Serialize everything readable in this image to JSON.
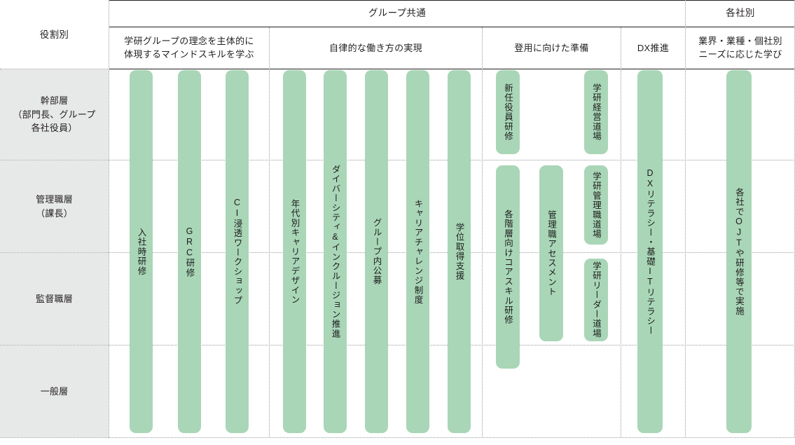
{
  "meta": {
    "accent_green": "#a9d6b7",
    "row_header_bg": "#e7e8e8",
    "line_color": "#231f20"
  },
  "corner_label": "役割別",
  "group_headers": [
    {
      "label": "グループ共通"
    },
    {
      "label": "各社別"
    }
  ],
  "column_headers": [
    {
      "label": "学研グループの理念を主体的に\n体現するマインドスキルを学ぶ"
    },
    {
      "label": "自律的な働き方の実現"
    },
    {
      "label": "登用に向けた準備"
    },
    {
      "label": "DX推進"
    },
    {
      "label": "業界・業種・個社別\nニーズに応じた学び"
    }
  ],
  "rows": [
    {
      "label": "幹部層\n（部門長、グループ\n各社役員）"
    },
    {
      "label": "管理職層\n（課長）"
    },
    {
      "label": "監督職層"
    },
    {
      "label": "一般層"
    }
  ],
  "programs": [
    {
      "label": "入社時研修",
      "column": 0
    },
    {
      "label": "GRC研修",
      "column": 0
    },
    {
      "label": "CI浸透ワークショップ",
      "column": 0
    },
    {
      "label": "年代別キャリアデザイン",
      "column": 1
    },
    {
      "label": "ダイバーシティ&インクルージョン推進",
      "column": 1
    },
    {
      "label": "グループ内公募",
      "column": 1
    },
    {
      "label": "キャリアチャレンジ制度",
      "column": 1
    },
    {
      "label": "学位取得支援",
      "column": 1
    },
    {
      "label": "新任役員研修",
      "column": 2
    },
    {
      "label": "学研経営道場",
      "column": 2
    },
    {
      "label": "各階層向けコアスキル研修",
      "column": 2
    },
    {
      "label": "管理職アセスメント",
      "column": 2
    },
    {
      "label": "学研管理職道場",
      "column": 2
    },
    {
      "label": "学研リーダー道場",
      "column": 2
    },
    {
      "label": "DXリテラシー・基礎ITリテラシー",
      "column": 3
    },
    {
      "label": "各社でOJTや研修等で実施",
      "column": 4
    }
  ]
}
